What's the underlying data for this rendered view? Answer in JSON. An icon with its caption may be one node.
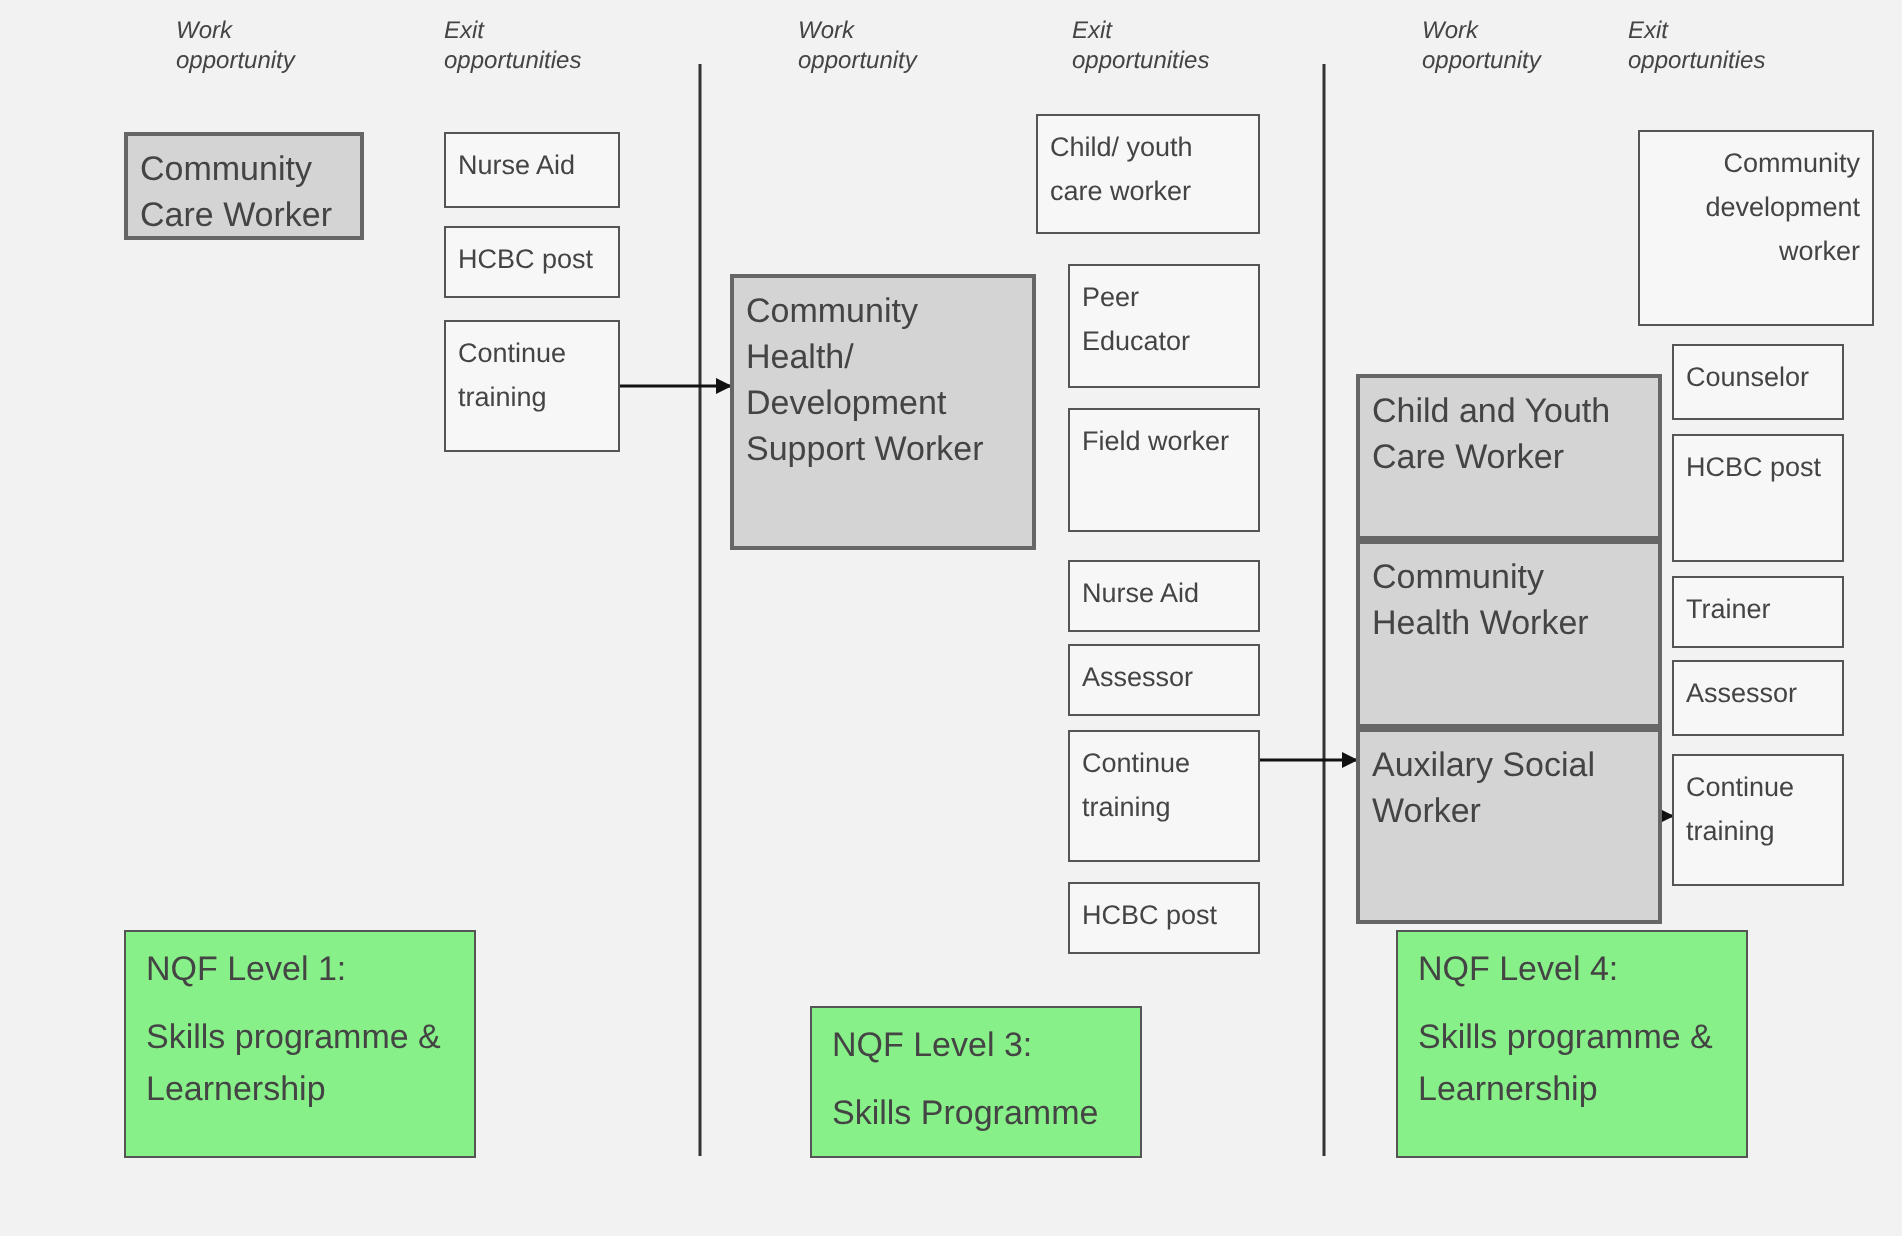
{
  "diagram": {
    "nodes": [
      {
        "text": [
          "Community Care Worker"
        ]
      },
      {
        "text": [
          "Nurse Aid"
        ]
      },
      {
        "text": [
          "HCBC post"
        ]
      },
      {
        "text": [
          "Continue training"
        ]
      },
      {
        "text": [
          "Community Health/ Development Support Worker"
        ]
      },
      {
        "text": [
          "Child/ youth care worker"
        ]
      },
      {
        "text": [
          "Peer Educator"
        ]
      },
      {
        "text": [
          "Field worker"
        ]
      },
      {
        "text": [
          "Nurse Aid"
        ]
      },
      {
        "text": [
          "Assessor"
        ]
      },
      {
        "text": [
          "Continue training"
        ]
      },
      {
        "text": [
          "HCBC post"
        ]
      },
      {
        "text": [
          "Child and Youth Care Worker"
        ]
      },
      {
        "text": [
          "Community Health Worker"
        ]
      },
      {
        "text": [
          "Auxilary Social Worker"
        ]
      },
      {
        "text": [
          "Community development worker"
        ]
      },
      {
        "text": [
          "Counselor"
        ]
      },
      {
        "text": [
          "HCBC post"
        ]
      },
      {
        "text": [
          "Trainer"
        ]
      },
      {
        "text": [
          "Assessor"
        ]
      },
      {
        "text": [
          "Continue training"
        ]
      },
      {
        "text": [
          "NQF Level 1:",
          "Skills programme & Learnership"
        ]
      },
      {
        "text": [
          "NQF Level 3:",
          "Skills Programme"
        ]
      },
      {
        "text": [
          "NQF Level 4:",
          "Skills programme & Learnership"
        ]
      }
    ],
    "edges": [
      {
        "from": 3,
        "to": 4,
        "arrow": "to"
      },
      {
        "from": 10,
        "to": 14,
        "arrow": "to"
      },
      {
        "from": 14,
        "to": 20,
        "arrow": "to"
      }
    ],
    "labels": [
      "Work opportunity",
      "Exit opportunities",
      "Work opportunity",
      "Exit opportunities",
      "Work opportunity",
      "Exit opportunities"
    ]
  }
}
